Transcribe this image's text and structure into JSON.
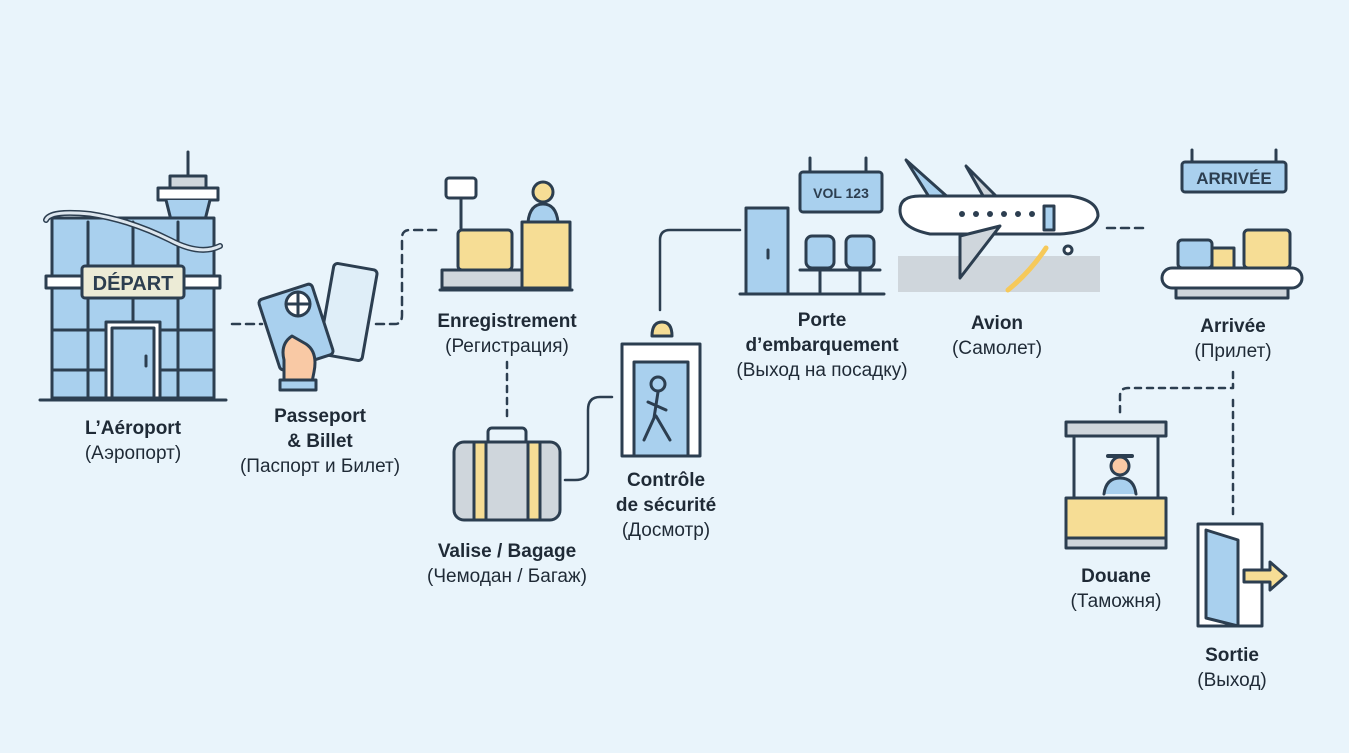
{
  "signs": {
    "depart": "DÉPART",
    "flight": "VOL 123",
    "arrivee": "ARRIVÉE"
  },
  "steps": [
    {
      "fr": "L’Aéroport",
      "ru": "(Аэропорт)"
    },
    {
      "fr1": "Passeport",
      "fr2": "& Billet",
      "ru": "(Паспорт и Билет)"
    },
    {
      "fr": "Enregistrement",
      "ru": "(Регистрация)"
    },
    {
      "fr": "Valise / Bagage",
      "ru": "(Чемодан / Багаж)"
    },
    {
      "fr1": "Contrôle",
      "fr2": "de sécurité",
      "ru": "(Досмотр)"
    },
    {
      "fr1": "Porte",
      "fr2": "d’embarquement",
      "ru": "(Выход на посадку)"
    },
    {
      "fr": "Avion",
      "ru": "(Самолет)"
    },
    {
      "fr": "Arrivée",
      "ru": "(Прилет)"
    },
    {
      "fr": "Douane",
      "ru": "(Таможня)"
    },
    {
      "fr": "Sortie",
      "ru": "(Выход)"
    }
  ],
  "colors": {
    "background": "#e9f4fb",
    "stroke": "#2c3e50",
    "blue": "#a9d0ee",
    "yellow": "#f6dd95",
    "gray": "#cfd6dc"
  }
}
